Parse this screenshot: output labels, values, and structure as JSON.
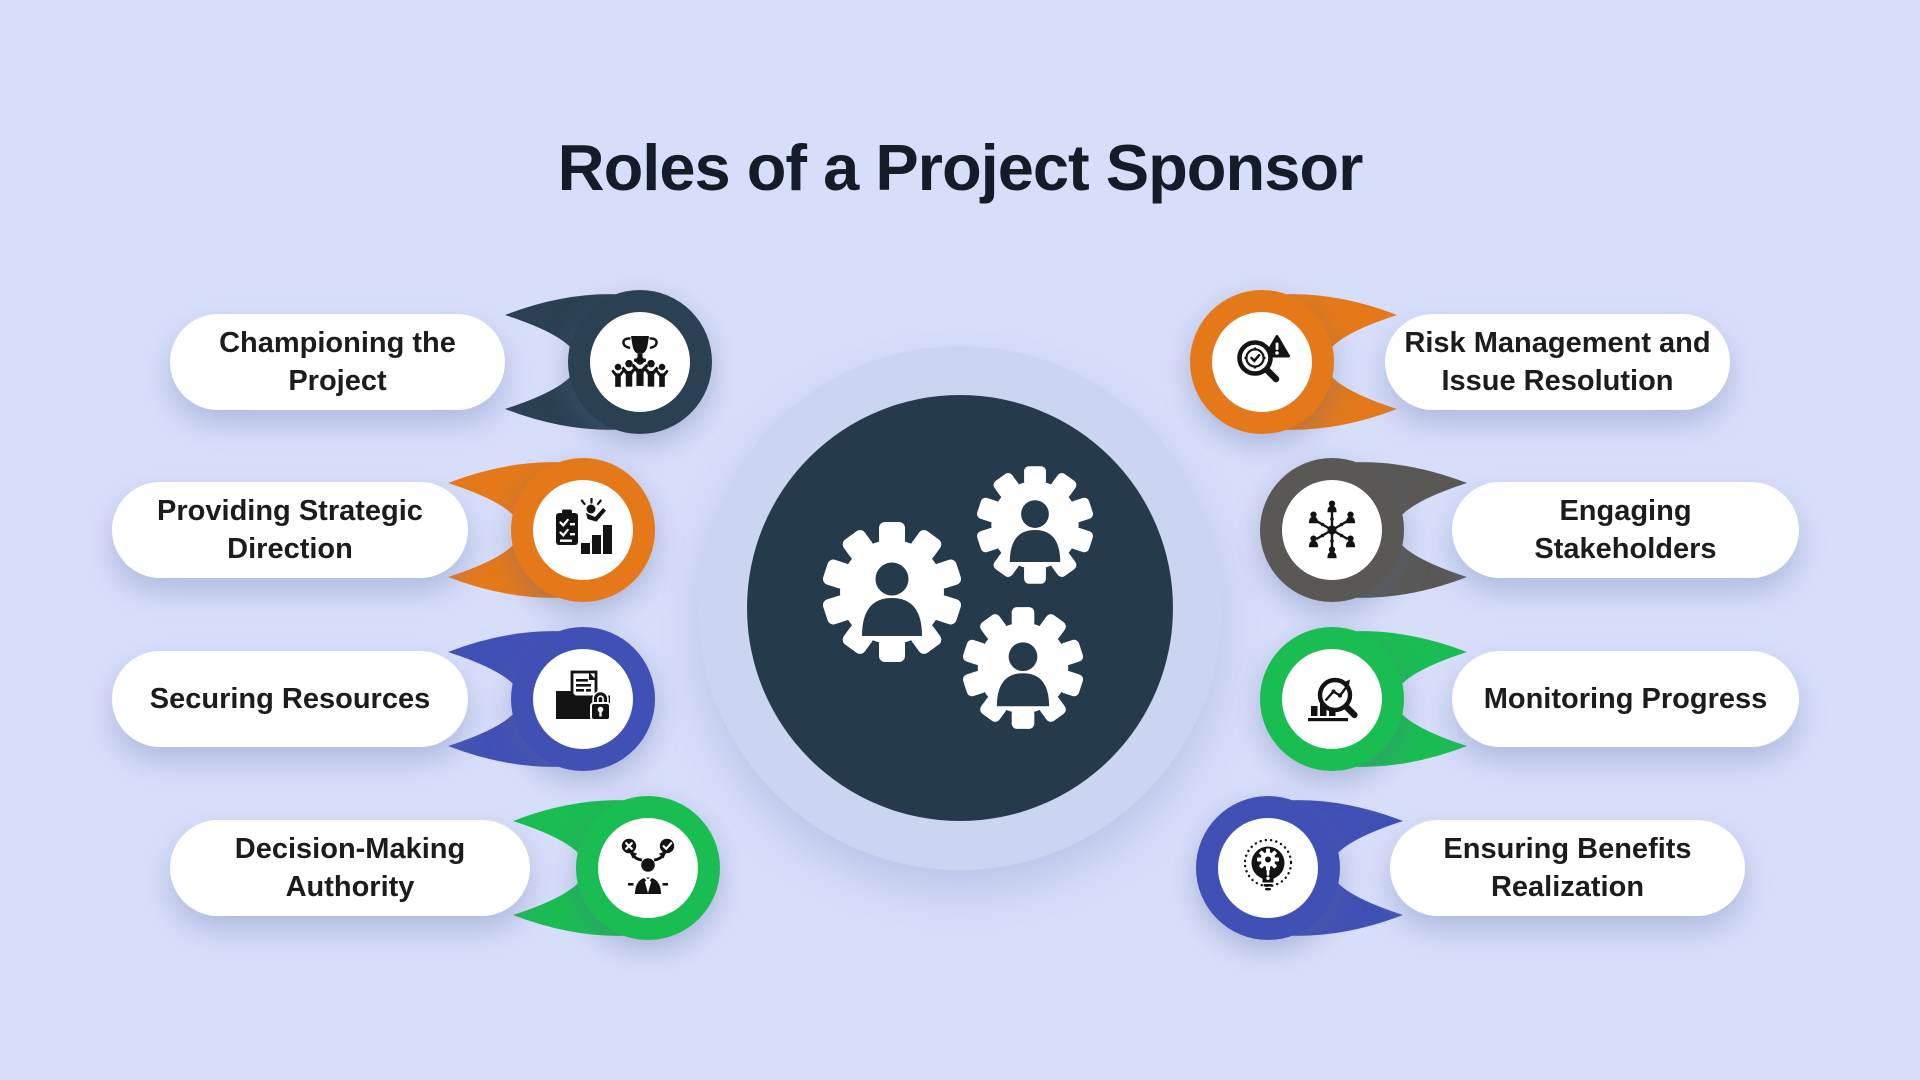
{
  "title": "Roles of a Project Sponsor",
  "colors": {
    "background": "#d7defa",
    "halo": "#cbd5f2",
    "core": "#253a4b",
    "title": "#151c27",
    "navy": "#2b4052",
    "orange": "#e5791a",
    "indigo": "#4150b5",
    "green": "#1abd52",
    "gray": "#595855",
    "pill_background": "#ffffff",
    "pill_text": "#1c1c1c"
  },
  "center": {
    "icon": "three-gears-team-icon"
  },
  "items": [
    {
      "label": "Championing the Project",
      "side": "left",
      "accent": "#2b4052",
      "icon": "trophy-celebration-icon"
    },
    {
      "label": "Providing Strategic Direction",
      "side": "left",
      "accent": "#e5791a",
      "icon": "strategy-growth-icon"
    },
    {
      "label": "Securing Resources",
      "side": "left",
      "accent": "#4150b5",
      "icon": "folder-lock-icon"
    },
    {
      "label": "Decision-Making Authority",
      "side": "left",
      "accent": "#1abd52",
      "icon": "decision-person-icon"
    },
    {
      "label": "Risk Management and Issue Resolution",
      "side": "right",
      "accent": "#e5791a",
      "icon": "risk-magnifier-warning-icon"
    },
    {
      "label": "Engaging Stakeholders",
      "side": "right",
      "accent": "#595855",
      "icon": "stakeholder-network-icon"
    },
    {
      "label": "Monitoring Progress",
      "side": "right",
      "accent": "#1abd52",
      "icon": "progress-magnifier-chart-icon"
    },
    {
      "label": "Ensuring Benefits Realization",
      "side": "right",
      "accent": "#4150b5",
      "icon": "lightbulb-gear-icon"
    }
  ]
}
